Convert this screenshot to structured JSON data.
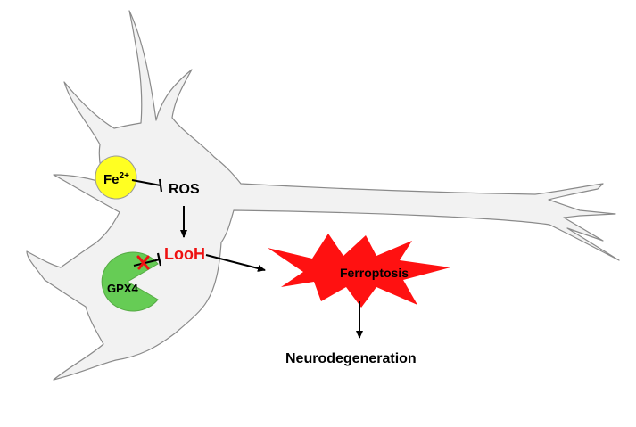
{
  "diagram": {
    "labels": {
      "fe": "Fe",
      "fe_charge": "2+",
      "ros": "ROS",
      "looh": "LooH",
      "gpx4": "GPX4",
      "ferroptosis": "Ferroptosis",
      "neurodegeneration": "Neurodegeneration"
    },
    "colors": {
      "neuron_fill": "#f2f2f2",
      "neuron_stroke": "#8a8a8a",
      "iron": "#ffff22",
      "gpx4": "#66cc55",
      "ferroptosis_burst": "#ff1111",
      "looh_text": "#ee1111",
      "inhibit_cross": "#ee1111",
      "text": "#000000"
    },
    "edges": [
      {
        "from": "Fe2+",
        "to": "ROS",
        "type": "inhibit"
      },
      {
        "from": "ROS",
        "to": "LooH",
        "type": "activate"
      },
      {
        "from": "GPX4",
        "to": "LooH",
        "type": "inhibit",
        "blocked": true
      },
      {
        "from": "LooH",
        "to": "Ferroptosis",
        "type": "activate"
      },
      {
        "from": "Ferroptosis",
        "to": "Neurodegeneration",
        "type": "activate"
      }
    ]
  }
}
